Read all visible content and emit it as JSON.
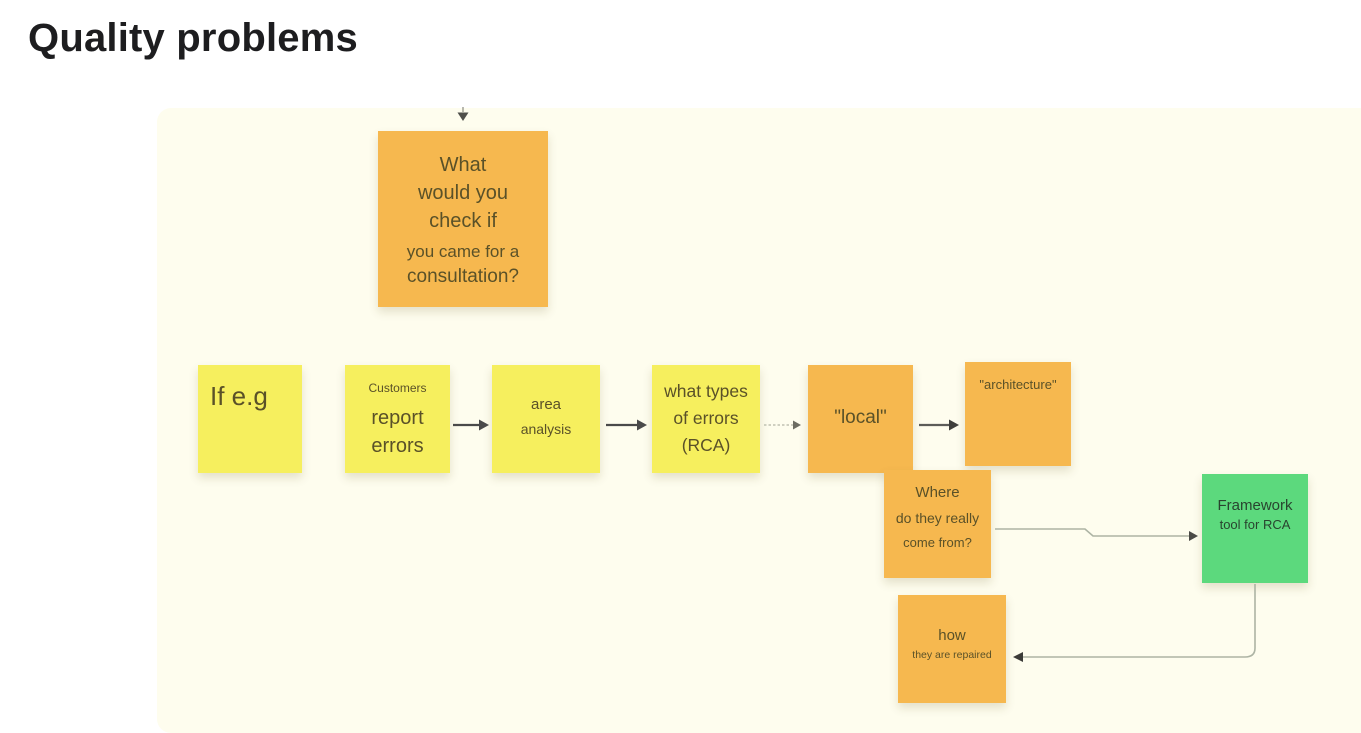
{
  "board": {
    "title": "Quality problems"
  },
  "palette": {
    "page_bg": "#ffffff",
    "canvas_bg": "#fefdee",
    "yellow": "#f6ef5e",
    "orange": "#f6b84f",
    "green": "#5cd97d",
    "note_text": "#5a5128",
    "green_note_text": "#29442f",
    "arrow_dark": "#4a4a4a",
    "arrow_light": "#c0c2b2",
    "connector_line": "#adb4a4"
  },
  "notes": [
    {
      "id": "consultation",
      "color": "orange",
      "lines": [
        "What",
        "would you",
        "check if",
        "you came for a",
        "consultation?"
      ]
    },
    {
      "id": "if-eg",
      "color": "yellow",
      "lines": [
        "If e.g"
      ]
    },
    {
      "id": "customers",
      "color": "yellow",
      "lines": [
        "Customers",
        "report",
        "errors"
      ]
    },
    {
      "id": "area-analysis",
      "color": "yellow",
      "lines": [
        "area",
        "analysis"
      ]
    },
    {
      "id": "error-types",
      "color": "yellow",
      "lines": [
        "what types",
        "of errors",
        "(RCA)"
      ]
    },
    {
      "id": "local",
      "color": "orange",
      "lines": [
        "\"local\""
      ]
    },
    {
      "id": "architecture",
      "color": "orange",
      "lines": [
        "\"architecture\""
      ]
    },
    {
      "id": "where-from",
      "color": "orange",
      "lines": [
        "Where",
        "do they really",
        "come from?"
      ]
    },
    {
      "id": "framework",
      "color": "green",
      "lines": [
        "Framework",
        "tool for RCA"
      ]
    },
    {
      "id": "how-repaired",
      "color": "orange",
      "lines": [
        "how",
        "they are repaired"
      ]
    }
  ],
  "connectors": [
    {
      "id": "pointer-into-consultation",
      "from": "above",
      "to": "consultation"
    },
    {
      "id": "customers-to-area",
      "from": "customers",
      "to": "area-analysis"
    },
    {
      "id": "area-to-types",
      "from": "area-analysis",
      "to": "error-types"
    },
    {
      "id": "types-to-local",
      "from": "error-types",
      "to": "local"
    },
    {
      "id": "local-to-architecture",
      "from": "local",
      "to": "architecture"
    },
    {
      "id": "where-to-framework",
      "from": "where-from",
      "to": "framework"
    },
    {
      "id": "framework-to-how",
      "from": "framework",
      "to": "how-repaired"
    }
  ]
}
